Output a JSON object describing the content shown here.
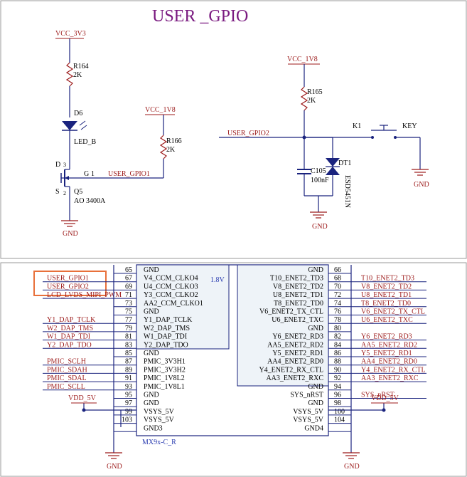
{
  "top": {
    "title": "USER _GPIO",
    "vcc_3v3": "VCC_3V3",
    "vcc_1v8_a": "VCC_1V8",
    "vcc_1v8_b": "VCC_1V8",
    "r164": "R164",
    "r164_val": "2K",
    "r166": "R166",
    "r166_val": "2K",
    "r165": "R165",
    "r165_val": "2K",
    "d6": "D6",
    "led": "LED_B",
    "q_d": "D",
    "q_s": "S",
    "q_g": "G",
    "q_1": "1",
    "q_2": "2",
    "q_3": "3",
    "q5": "Q5",
    "q5_part": "AO 3400A",
    "gpio1_net": "USER_GPIO1",
    "gpio2_net": "USER_GPIO2",
    "k1": "K1",
    "key": "KEY",
    "c105": "C105",
    "c105_val": "100nF",
    "dt1": "DT1",
    "esd": "ESD5451N",
    "gnd": "GND"
  },
  "bottom": {
    "ic_name": "MX9x-C_R",
    "ic_voltage": "1.8V",
    "left_nets": [
      "USER_GPIO1",
      "USER_GPIO2",
      "LCD_LVDS_MIPI_PWM",
      "Y1_DAP_TCLK",
      "W2_DAP_TMS",
      "W1_DAP_TDI",
      "Y2_DAP_TDO",
      "PMIC_SCLH",
      "PMIC_SDAH",
      "PMIC_SDAL",
      "PMIC_SCLL",
      "VDD_5V"
    ],
    "left_pins": [
      {
        "num": "65",
        "name": "GND"
      },
      {
        "num": "67",
        "name": "V4_CCM_CLKO4"
      },
      {
        "num": "69",
        "name": "U4_CCM_CLKO3"
      },
      {
        "num": "71",
        "name": "Y3_CCM_CLKO2"
      },
      {
        "num": "73",
        "name": "AA2_CCM_CLKO1"
      },
      {
        "num": "75",
        "name": "GND"
      },
      {
        "num": "77",
        "name": "Y1_DAP_TCLK"
      },
      {
        "num": "79",
        "name": "W2_DAP_TMS"
      },
      {
        "num": "81",
        "name": "W1_DAP_TDI"
      },
      {
        "num": "83",
        "name": "Y2_DAP_TDO"
      },
      {
        "num": "85",
        "name": "GND"
      },
      {
        "num": "87",
        "name": "PMIC_3V3H1"
      },
      {
        "num": "89",
        "name": "PMIC_3V3H2"
      },
      {
        "num": "91",
        "name": "PMIC_1V8L2"
      },
      {
        "num": "93",
        "name": "PMIC_1V8L1"
      },
      {
        "num": "95",
        "name": "GND"
      },
      {
        "num": "97",
        "name": "GND"
      },
      {
        "num": "99",
        "name": "VSYS_5V"
      },
      {
        "num": "103",
        "name": "VSYS_5V"
      },
      {
        "num": "",
        "name": "GND3"
      }
    ],
    "right_pins": [
      {
        "num": "66",
        "name": "GND"
      },
      {
        "num": "68",
        "name": "T10_ENET2_TD3"
      },
      {
        "num": "70",
        "name": "V8_ENET2_TD2"
      },
      {
        "num": "72",
        "name": "U8_ENET2_TD1"
      },
      {
        "num": "74",
        "name": "T8_ENET2_TD0"
      },
      {
        "num": "76",
        "name": "V6_ENET2_TX_CTL"
      },
      {
        "num": "78",
        "name": "U6_ENET2_TXC"
      },
      {
        "num": "80",
        "name": "GND"
      },
      {
        "num": "82",
        "name": "Y6_ENET2_RD3"
      },
      {
        "num": "84",
        "name": "AA5_ENET2_RD2"
      },
      {
        "num": "86",
        "name": "Y5_ENET2_RD1"
      },
      {
        "num": "88",
        "name": "AA4_ENET2_RD0"
      },
      {
        "num": "90",
        "name": "Y4_ENET2_RX_CTL"
      },
      {
        "num": "92",
        "name": "AA3_ENET2_RXC"
      },
      {
        "num": "94",
        "name": "GND"
      },
      {
        "num": "96",
        "name": "SYS_nRST"
      },
      {
        "num": "98",
        "name": "GND"
      },
      {
        "num": "100",
        "name": "VSYS_5V"
      },
      {
        "num": "104",
        "name": "VSYS_5V"
      },
      {
        "num": "",
        "name": "GND4"
      }
    ],
    "right_nets": [
      "T10_ENET2_TD3",
      "V8_ENET2_TD2",
      "U8_ENET2_TD1",
      "T8_ENET2_TD0",
      "V6_ENET2_TX_CTL",
      "U6_ENET2_TXC",
      "Y6_ENET2_RD3",
      "AA5_ENET2_RD2",
      "Y5_ENET2_RD1",
      "AA4_ENET2_RD0",
      "Y4_ENET2_RX_CTL",
      "AA3_ENET2_RXC",
      "SYS_nRST",
      "VDD_5V"
    ],
    "gnd": "GND"
  }
}
